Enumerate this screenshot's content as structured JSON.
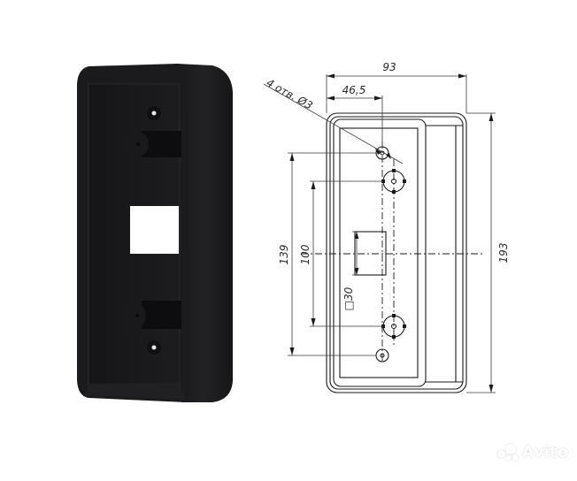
{
  "photo": {
    "subject": "black-mounting-box-photo",
    "body_color": "#1b1b1d",
    "inner_color": "#141416",
    "cutout_color": "#ffffff"
  },
  "drawing": {
    "dims": {
      "overall_width": "93",
      "half_width": "46,5",
      "holes_note": "4 отв. Ø3",
      "outer_holes_spacing": "139",
      "inner_holes_spacing": "100",
      "square_cutout": "□30",
      "overall_height": "193"
    },
    "line_color": "#1a1a1a",
    "dim_line_color": "#3a3a3a"
  },
  "watermark": {
    "label": "Avito"
  }
}
